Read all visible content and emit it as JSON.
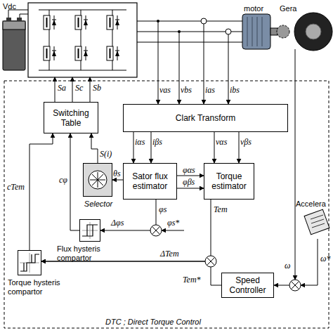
{
  "diagram": {
    "caption": "DTC ; Direct Torque Control",
    "nodes": [
      {
        "text": [
          "Switching Table"
        ]
      },
      {
        "text": [
          "Clark Transform"
        ]
      },
      {
        "text": [
          "Selector"
        ]
      },
      {
        "text": [
          "Sator flux estimator"
        ]
      },
      {
        "text": [
          "Torque estimator"
        ]
      },
      {
        "text": [
          "Flux hysteris compartor"
        ]
      },
      {
        "text": [
          "Torque hysteris compartor"
        ]
      },
      {
        "text": [
          "Speed Controller"
        ]
      }
    ],
    "edges": [
      {
        "from": 1,
        "to": 3,
        "arrow": "to",
        "label": "iαs"
      },
      {
        "from": 1,
        "to": 3,
        "arrow": "to",
        "label": "iβs"
      },
      {
        "from": 1,
        "to": 4,
        "arrow": "to",
        "label": "vαs"
      },
      {
        "from": 1,
        "to": 4,
        "arrow": "to",
        "label": "vβs"
      },
      {
        "from": 3,
        "to": 4,
        "arrow": "to",
        "label": "φαs"
      },
      {
        "from": 3,
        "to": 4,
        "arrow": "to",
        "label": "φβs"
      },
      {
        "from": 3,
        "to": 2,
        "arrow": "to",
        "label": "θs"
      },
      {
        "from": 2,
        "to": 0,
        "arrow": "to",
        "label": "S(i)"
      },
      {
        "from": 5,
        "to": 0,
        "arrow": "to",
        "label": "cφ"
      },
      {
        "from": 6,
        "to": 0,
        "arrow": "to",
        "label": "cTem"
      },
      {
        "from": 3,
        "to": 5,
        "arrow": "to"
      },
      {
        "from": 4,
        "to": 6,
        "arrow": "to"
      },
      {
        "from": 7,
        "to": 6,
        "arrow": "to"
      }
    ],
    "labels": [
      "Vdc",
      "motor",
      "Gera",
      "Sa",
      "Sc",
      "Sb",
      "vas",
      "vbs",
      "ias",
      "ibs",
      "φs",
      "φs*",
      "Tem",
      "Δφs",
      "ΔTem",
      "Tem*",
      "ω",
      "ω*",
      "Accelera"
    ]
  }
}
